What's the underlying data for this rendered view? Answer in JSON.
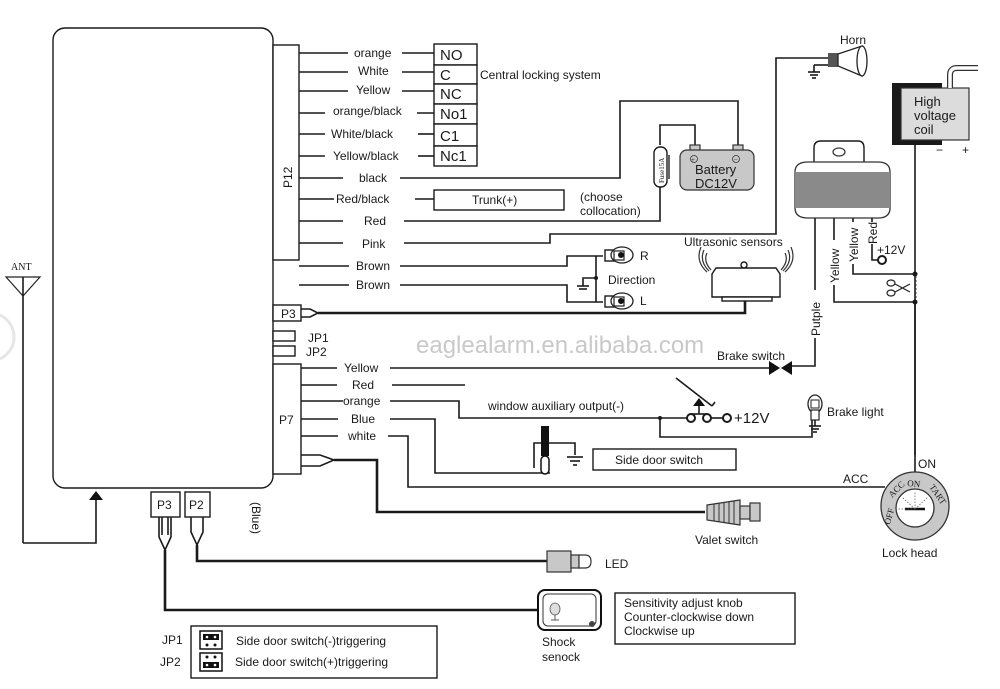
{
  "watermark": "eaglealarm.en.alibaba.com",
  "control_unit": {
    "antenna_label": "ANT",
    "ports": {
      "p12": "P12",
      "p3_side": "P3",
      "jp1": "JP1",
      "jp2": "JP2",
      "p7": "P7",
      "p3_bottom": "P3",
      "p2_bottom": "P2",
      "blue_note": "(Blue)"
    }
  },
  "p12_wires": [
    {
      "color": "orange",
      "terminal": "NO"
    },
    {
      "color": "White",
      "terminal": "C"
    },
    {
      "color": "Yellow",
      "terminal": "NC"
    },
    {
      "color": "orange/black",
      "terminal": "No1"
    },
    {
      "color": "White/black",
      "terminal": "C1"
    },
    {
      "color": "Yellow/black",
      "terminal": "Nc1"
    },
    {
      "color": "black"
    },
    {
      "color": "Red/black"
    },
    {
      "color": "Red"
    },
    {
      "color": "Pink"
    },
    {
      "color": "Brown"
    },
    {
      "color": "Brown"
    }
  ],
  "central_locking_label": "Central locking system",
  "trunk_label": "Trunk(+)",
  "choose_collocation": [
    "(choose",
    "collocation)"
  ],
  "fuse_label": "Fuse15A",
  "battery": {
    "line1": "Battery",
    "line2": "DC12V",
    "plus": "+",
    "minus": "−"
  },
  "horn_label": "Horn",
  "coil": {
    "line1": "High",
    "line2": "voltage",
    "line3": "coil",
    "minus": "−",
    "plus": "+"
  },
  "direction": {
    "label": "Direction",
    "right": "R",
    "left": "L"
  },
  "ultrasonic_label": "Ultrasonic sensors",
  "relay_wires": {
    "purple": "Putple",
    "yellow1": "Yellow",
    "yellow2": "Yellow",
    "red": "Red",
    "plus12v": "+12V"
  },
  "p7_wires": [
    {
      "color": "Yellow"
    },
    {
      "color": "Red"
    },
    {
      "color": "orange"
    },
    {
      "color": "Blue"
    },
    {
      "color": "white"
    }
  ],
  "brake_switch_label": "Brake switch",
  "window_aux_label": "window auxiliary output(-)",
  "pedal_plus12v": "+12V",
  "brake_light_label": "Brake light",
  "side_door_switch_label": "Side door switch",
  "lock_head": {
    "label": "Lock head",
    "acc_wire": "ACC",
    "on_wire": "ON",
    "positions": [
      "OFF",
      "ACC",
      "ON",
      "TART"
    ]
  },
  "valet_switch_label": "Valet  switch",
  "led_label": "LED",
  "shock_sensor": {
    "line1": "Shock",
    "line2": "senock"
  },
  "sensitivity_note": [
    "Sensitivity adjust knob",
    "Counter-clockwise  down",
    "Clockwise  up"
  ],
  "jumper_legend": [
    {
      "jp": "JP1",
      "text": "Side door switch(-)triggering"
    },
    {
      "jp": "JP2",
      "text": "Side door switch(+)triggering"
    }
  ]
}
